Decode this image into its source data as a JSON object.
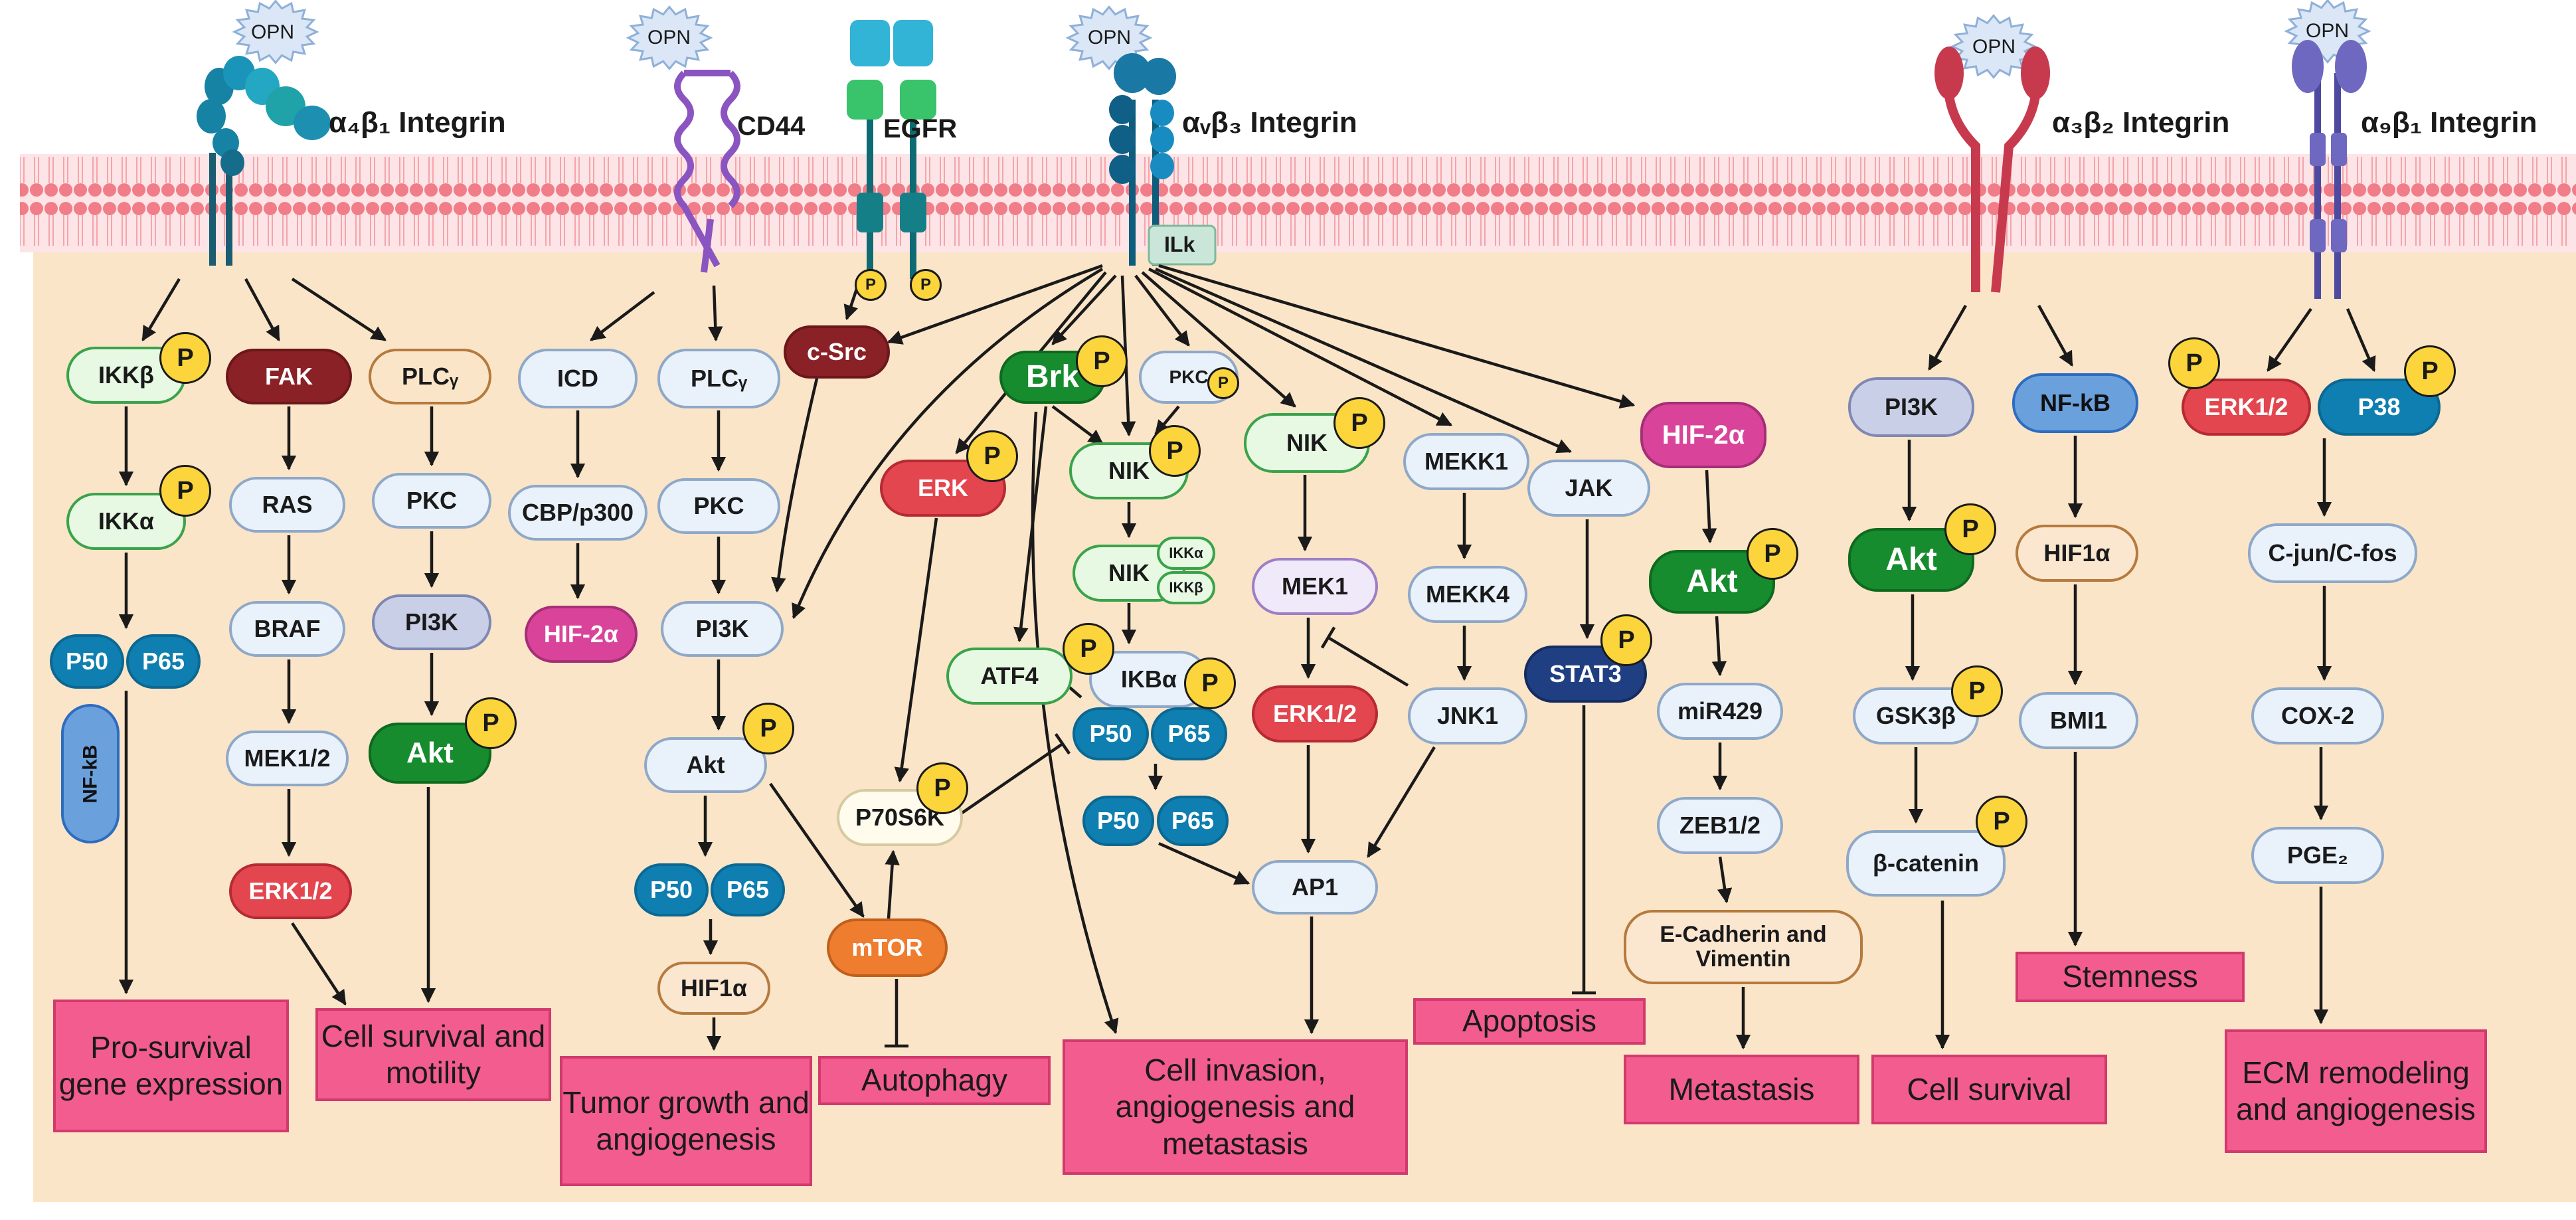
{
  "ligands": {
    "opn": "OPN"
  },
  "receptors": {
    "a4b1": "α₄β₁ Integrin",
    "cd44": "CD44",
    "egfr": "EGFR",
    "avb3": "αᵥβ₃ Integrin",
    "a3b2": "α₃β₂ Integrin",
    "a9b1": "α₉β₁ Integrin"
  },
  "membrane_labels": {
    "ilk": "ILk"
  },
  "phospho": "P",
  "nodes": {
    "ikkb": "IKKβ",
    "ikka": "IKKα",
    "p50": "P50",
    "p65": "P65",
    "nfkb": "NF-kB",
    "fak": "FAK",
    "ras": "RAS",
    "braf": "BRAF",
    "mek12": "MEK1/2",
    "erk12": "ERK1/2",
    "plcg": "PLCᵧ",
    "pkc": "PKC",
    "pi3k": "PI3K",
    "akt": "Akt",
    "icd": "ICD",
    "cbp": "CBP/p300",
    "hif2a": "HIF-2α",
    "hif1a": "HIF1α",
    "csrc": "c-Src",
    "erk": "ERK",
    "brk": "Brk",
    "nik": "NIK",
    "ikka_s": "IKKα",
    "ikkb_s": "IKKβ",
    "ikba": "IKBα",
    "atf4": "ATF4",
    "p70s6k": "P70S6K",
    "mtor": "mTOR",
    "mek1": "MEK1",
    "ap1": "AP1",
    "mekk1": "MEKK1",
    "mekk4": "MEKK4",
    "jnk1": "JNK1",
    "jak": "JAK",
    "stat3": "STAT3",
    "mir429": "miR429",
    "zeb12": "ZEB1/2",
    "ecad": "E-Cadherin and Vimentin",
    "gsk3b": "GSK3β",
    "bcat": "β-catenin",
    "nfkb_b": "NF-kB",
    "bmi1": "BMI1",
    "p38": "P38",
    "cjun": "C-jun/C-fos",
    "cox2": "COX-2",
    "pge2": "PGE₂"
  },
  "outcomes": {
    "prosurvival": "Pro-survival gene expression",
    "cellsurv_mot": "Cell survival and motility",
    "tumor": "Tumor growth and angiogenesis",
    "autophagy": "Autophagy",
    "invasion": "Cell invasion, angiogenesis and metastasis",
    "apoptosis": "Apoptosis",
    "metastasis": "Metastasis",
    "cellsurv": "Cell survival",
    "stemness": "Stemness",
    "ecm": "ECM remodeling and angiogenesis"
  },
  "colors": {
    "cytoplasm": "#fbe5c8",
    "membrane": "#f07d88",
    "outcome_box": "#f25c8e",
    "phospho": "#fbd53b",
    "a4b1_receptor": "#1683a4",
    "cd44_receptor": "#8a55c0",
    "egfr_receptor": "#1aa39a",
    "a3b2_receptor": "#c73a4e",
    "a9b1_receptor": "#6e68c0"
  }
}
